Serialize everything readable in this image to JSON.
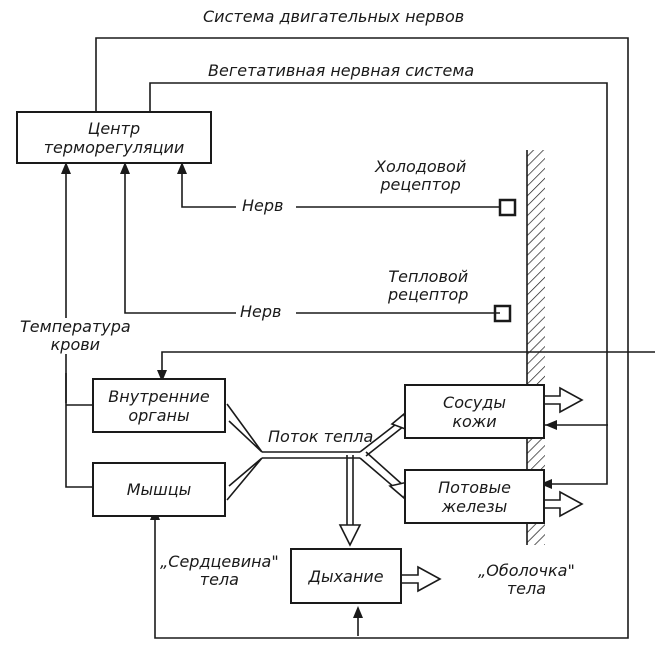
{
  "labels": {
    "motor_system": "Система двигательных нервов",
    "vegetative_system": "Вегетативная нервная система",
    "cold_receptor": "Холодовой\nрецептор",
    "warm_receptor": "Тепловой\nрецептор",
    "nerve_top": "Нерв",
    "nerve_bottom": "Нерв",
    "blood_temperature": "Температура\nкрови",
    "heat_flow": "Поток тепла",
    "core": "„Сердцевина\"\nтела",
    "shell": "„Оболочка\"\nтела"
  },
  "boxes": {
    "thermoregulation_center": "Центр\nтерморегуляции",
    "internal_organs": "Внутренние\nорганы",
    "muscles": "Мышцы",
    "skin_vessels": "Сосуды\nкожи",
    "sweat_glands": "Потовые\nжелезы",
    "breathing": "Дыхание"
  }
}
